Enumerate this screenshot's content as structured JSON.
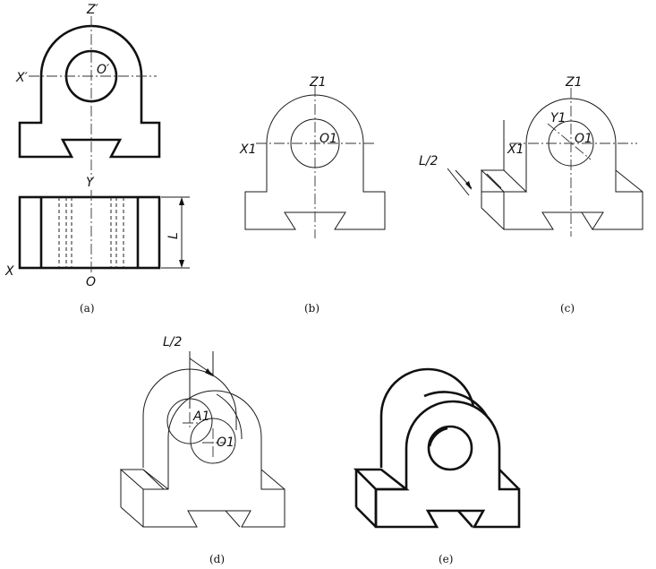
{
  "captions": {
    "a": "(a)",
    "b": "(b)",
    "c": "(c)",
    "d": "(d)",
    "e": "(e)"
  },
  "labels": {
    "a_z": "Z′",
    "a_x": "X′",
    "a_o": "O′",
    "a_y": "Y",
    "a_l": "L",
    "a_x2": "X",
    "a_o2": "O",
    "b_z1": "Z1",
    "b_x1": "X1",
    "b_o1": "O1",
    "c_z1": "Z1",
    "c_y1": "Y1",
    "c_x1": "X1",
    "c_o1": "O1",
    "c_l2": "L/2",
    "d_l2": "L/2",
    "d_a1": "A1",
    "d_o1": "O1"
  }
}
